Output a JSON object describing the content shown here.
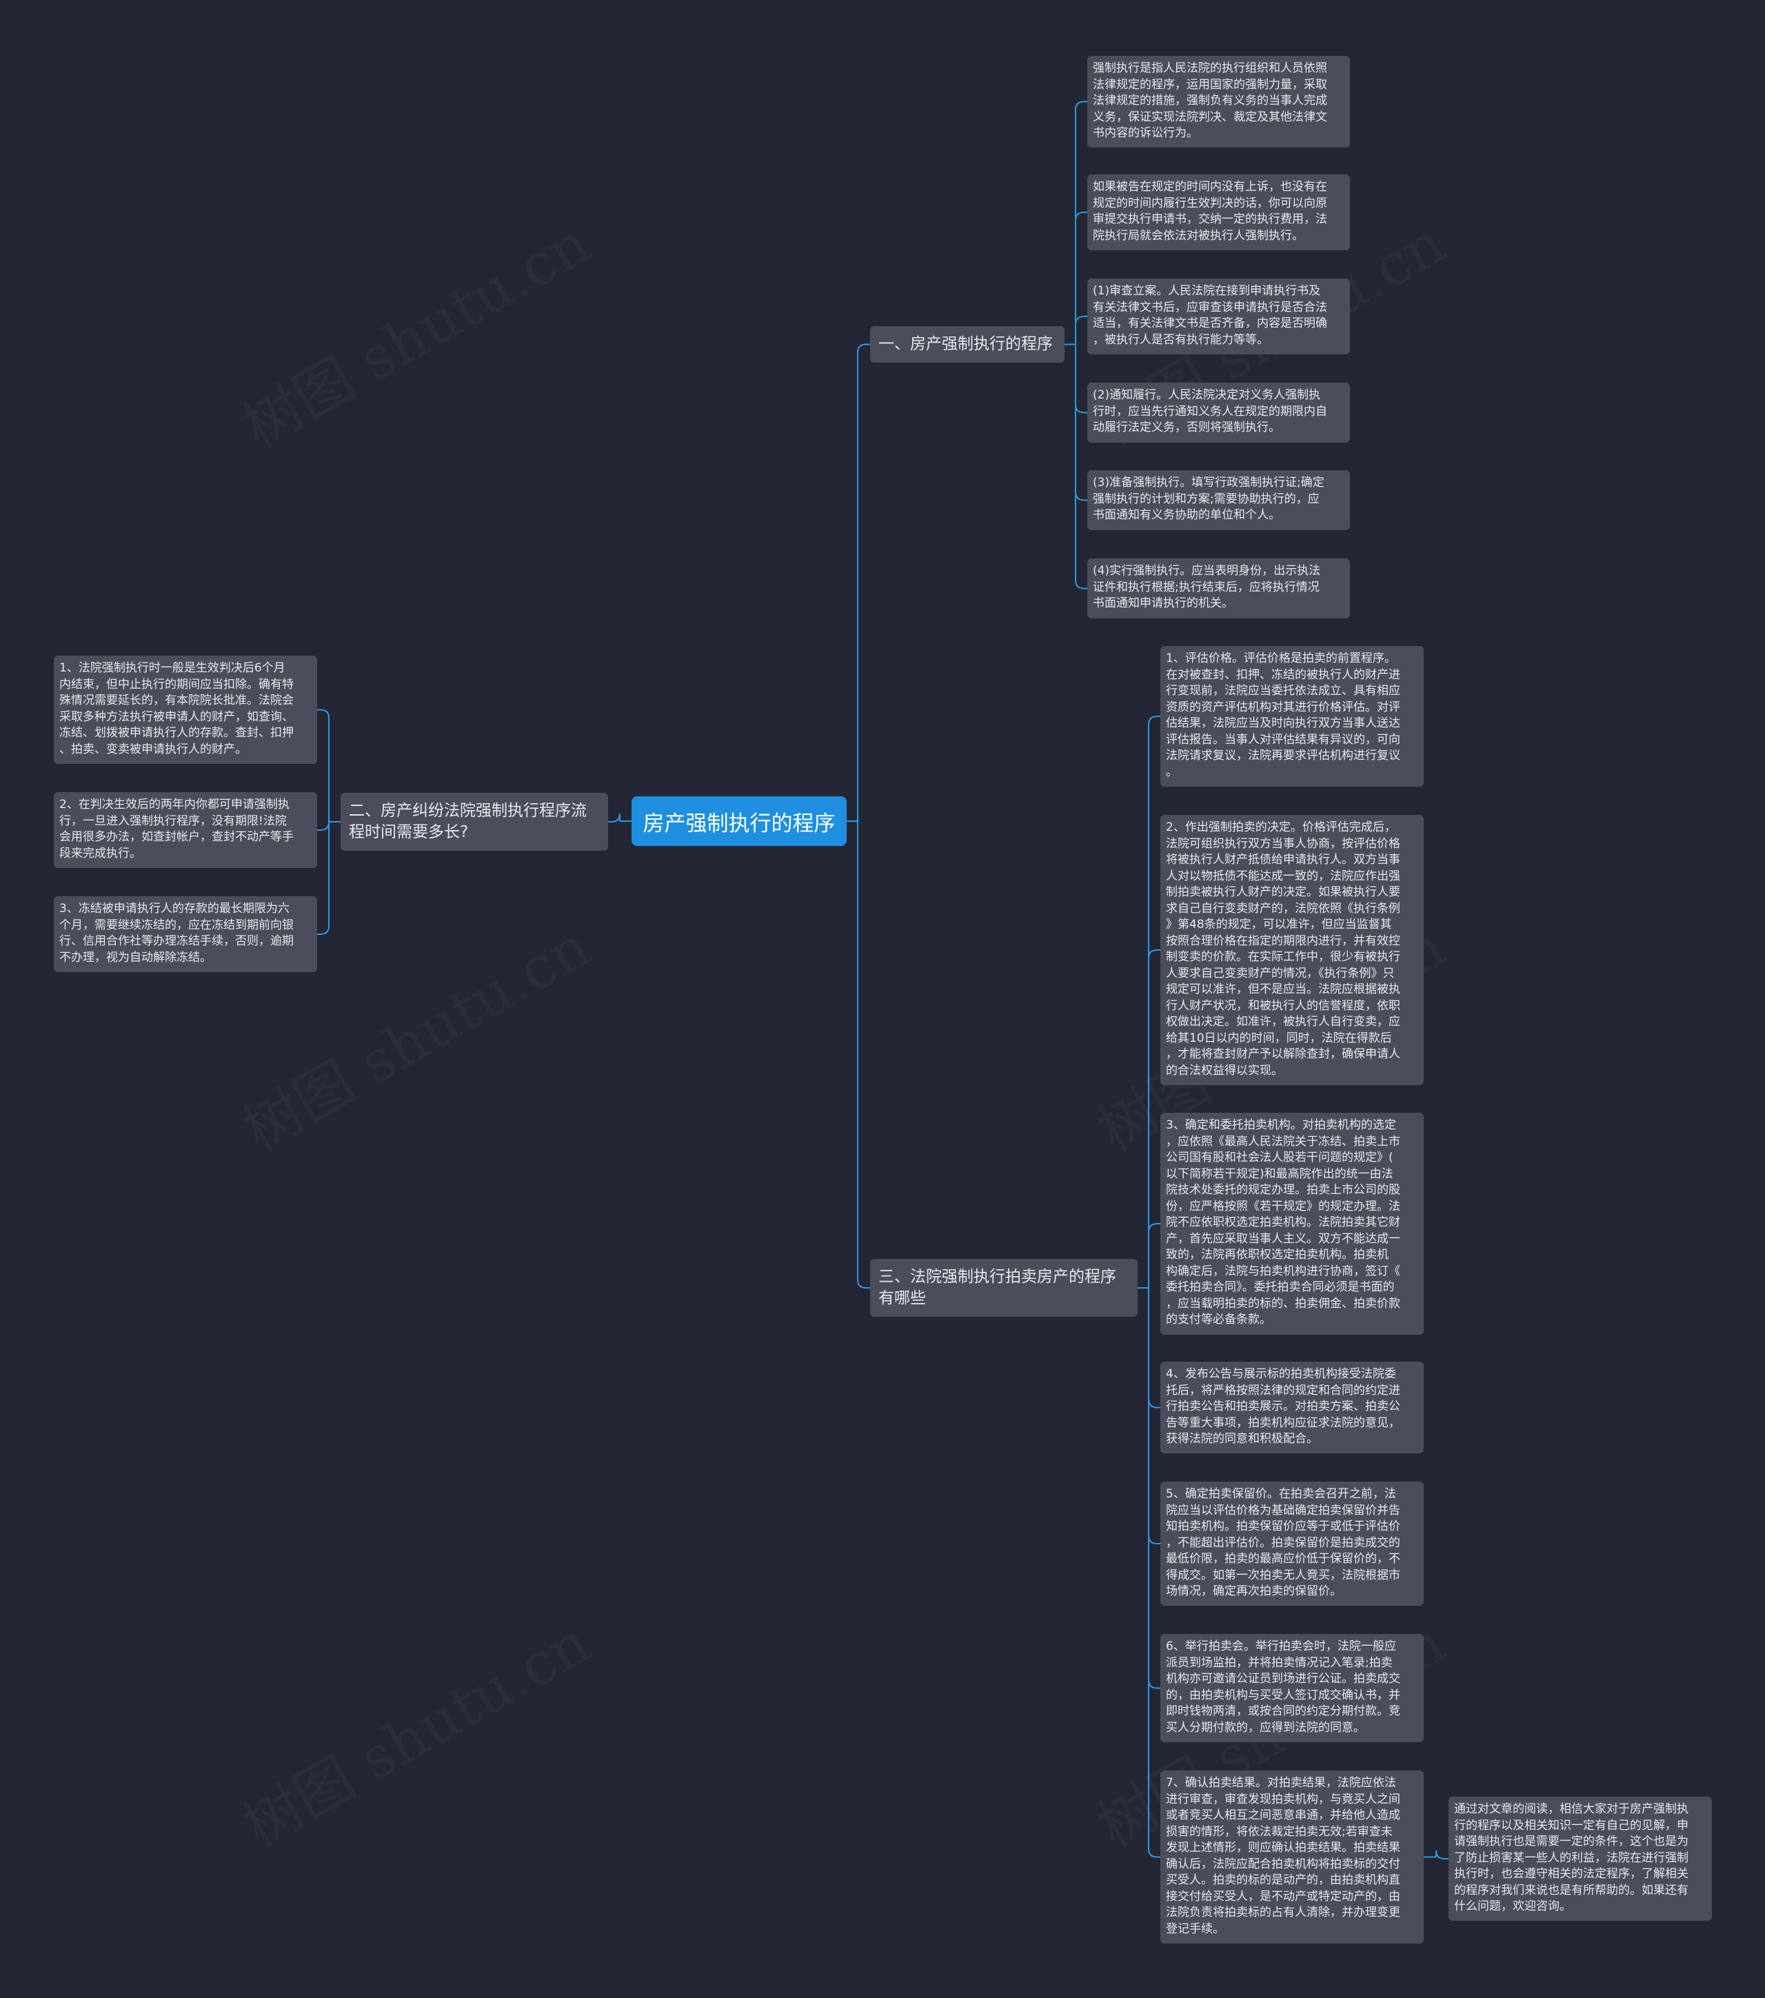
{
  "root": {
    "label": "房产强制执行的程序"
  },
  "branches": [
    {
      "label": "一、房产强制执行的程序",
      "leaves": [
        "强制执行是指人民法院的执行组织和人员依照\n法律规定的程序，运用国家的强制力量，采取\n法律规定的措施，强制负有义务的当事人完成\n义务，保证实现法院判决、裁定及其他法律文\n书内容的诉讼行为。",
        "如果被告在规定的时间内没有上诉，也没有在\n规定的时间内履行生效判决的话，你可以向原\n审提交执行申请书，交纳一定的执行费用，法\n院执行局就会依法对被执行人强制执行。",
        "(1)审查立案。人民法院在接到申请执行书及\n有关法律文书后，应审查该申请执行是否合法\n适当，有关法律文书是否齐备，内容是否明确\n，被执行人是否有执行能力等等。",
        "(2)通知履行。人民法院决定对义务人强制执\n行时，应当先行通知义务人在规定的期限内自\n动履行法定义务，否则将强制执行。",
        "(3)准备强制执行。填写行政强制执行证;确定\n强制执行的计划和方案;需要协助执行的，应\n书面通知有义务协助的单位和个人。",
        "(4)实行强制执行。应当表明身份，出示执法\n证件和执行根据;执行结束后，应将执行情况\n书面通知申请执行的机关。"
      ]
    },
    {
      "label": "二、房产纠纷法院强制执行程序流\n程时间需要多长?",
      "leaves": [
        "1、法院强制执行时一般是生效判决后6个月\n内结束，但中止执行的期间应当扣除。确有特\n殊情况需要延长的，有本院院长批准。法院会\n采取多种方法执行被申请人的财产，如查询、\n冻结、划拨被申请执行人的存款。查封、扣押\n、拍卖、变卖被申请执行人的财产。",
        "2、在判决生效后的两年内你都可申请强制执\n行，一旦进入强制执行程序，没有期限!法院\n会用很多办法，如查封帐户，查封不动产等手\n段来完成执行。",
        "3、冻结被申请执行人的存款的最长期限为六\n个月，需要继续冻结的，应在冻结到期前向银\n行、信用合作社等办理冻结手续，否则，逾期\n不办理，视为自动解除冻结。"
      ]
    },
    {
      "label": "三、法院强制执行拍卖房产的程序\n有哪些",
      "leaves": [
        "1、评估价格。评估价格是拍卖的前置程序。\n在对被查封、扣押、冻结的被执行人的财产进\n行变现前，法院应当委托依法成立、具有相应\n资质的资产评估机构对其进行价格评估。对评\n估结果，法院应当及时向执行双方当事人送达\n评估报告。当事人对评估结果有异议的，可向\n法院请求复议，法院再要求评估机构进行复议\n。",
        "2、作出强制拍卖的决定。价格评估完成后，\n法院可组织执行双方当事人协商，按评估价格\n将被执行人财产抵债给申请执行人。双方当事\n人对以物抵债不能达成一致的，法院应作出强\n制拍卖被执行人财产的决定。如果被执行人要\n求自己自行变卖财产的，法院依照《执行条例\n》第48条的规定，可以准许，但应当监督其\n按照合理价格在指定的期限内进行，并有效控\n制变卖的价款。在实际工作中，很少有被执行\n人要求自己变卖财产的情况，《执行条例》只\n规定可以准许，但不是应当。法院应根据被执\n行人财产状况，和被执行人的信誉程度，依职\n权做出决定。如准许，被执行人自行变卖，应\n给其10日以内的时间，同时，法院在得款后\n，才能将查封财产予以解除查封，确保申请人\n的合法权益得以实现。",
        "3、确定和委托拍卖机构。对拍卖机构的选定\n，应依照《最高人民法院关于冻结、拍卖上市\n公司国有股和社会法人股若干问题的规定》(\n以下简称若干规定)和最高院作出的统一由法\n院技术处委托的规定办理。拍卖上市公司的股\n份，应严格按照《若干规定》的规定办理。法\n院不应依职权选定拍卖机构。法院拍卖其它财\n产，首先应采取当事人主义。双方不能达成一\n致的，法院再依职权选定拍卖机构。拍卖机\n构确定后，法院与拍卖机构进行协商，签订《\n委托拍卖合同》。委托拍卖合同必须是书面的\n，应当载明拍卖的标的、拍卖佣金、拍卖价款\n的支付等必备条款。",
        "4、发布公告与展示标的拍卖机构接受法院委\n托后，将严格按照法律的规定和合同的约定进\n行拍卖公告和拍卖展示。对拍卖方案、拍卖公\n告等重大事项，拍卖机构应征求法院的意见，\n获得法院的同意和积极配合。",
        "5、确定拍卖保留价。在拍卖会召开之前，法\n院应当以评估价格为基础确定拍卖保留价并告\n知拍卖机构。拍卖保留价应等于或低于评估价\n，不能超出评估价。拍卖保留价是拍卖成交的\n最低价限，拍卖的最高应价低于保留价的，不\n得成交。如第一次拍卖无人竟买，法院根据市\n场情况，确定再次拍卖的保留价。",
        "6、举行拍卖会。举行拍卖会时，法院一般应\n派员到场监拍，并将拍卖情况记入笔录;拍卖\n机构亦可邀请公证员到场进行公证。拍卖成交\n的，由拍卖机构与买受人签订成交确认书，并\n即时钱物两清，或按合同的约定分期付款。竞\n买人分期付款的，应得到法院的同意。",
        "7、确认拍卖结果。对拍卖结果，法院应依法\n进行审查，审查发现拍卖机构，与竟买人之间\n或者竞买人相互之间恶意串通，并给他人造成\n损害的情形，将依法裁定拍卖无效;若审查未\n发现上述情形，则应确认拍卖结果。拍卖结果\n确认后，法院应配合拍卖机构将拍卖标的交付\n买受人。拍卖的标的是动产的，由拍卖机构直\n接交付给买受人，是不动产或特定动产的，由\n法院负责将拍卖标的占有人清除，并办理变更\n登记手续。"
      ]
    }
  ],
  "summary": "通过对文章的阅读，相信大家对于房产强制执\n行的程序以及相关知识一定有自己的见解，申\n请强制执行也是需要一定的条件，这个也是为\n了防止损害某一些人的利益，法院在进行强制\n执行时，也会遵守相关的法定程序，了解相关\n的程序对我们来说也是有所帮助的。如果还有\n什么问题，欢迎咨询。",
  "watermark": "树图 shutu.cn",
  "colors": {
    "background": "#232733",
    "node": "#4a4e5b",
    "root": "#1e8fe1",
    "line": "#2b9ae8"
  }
}
